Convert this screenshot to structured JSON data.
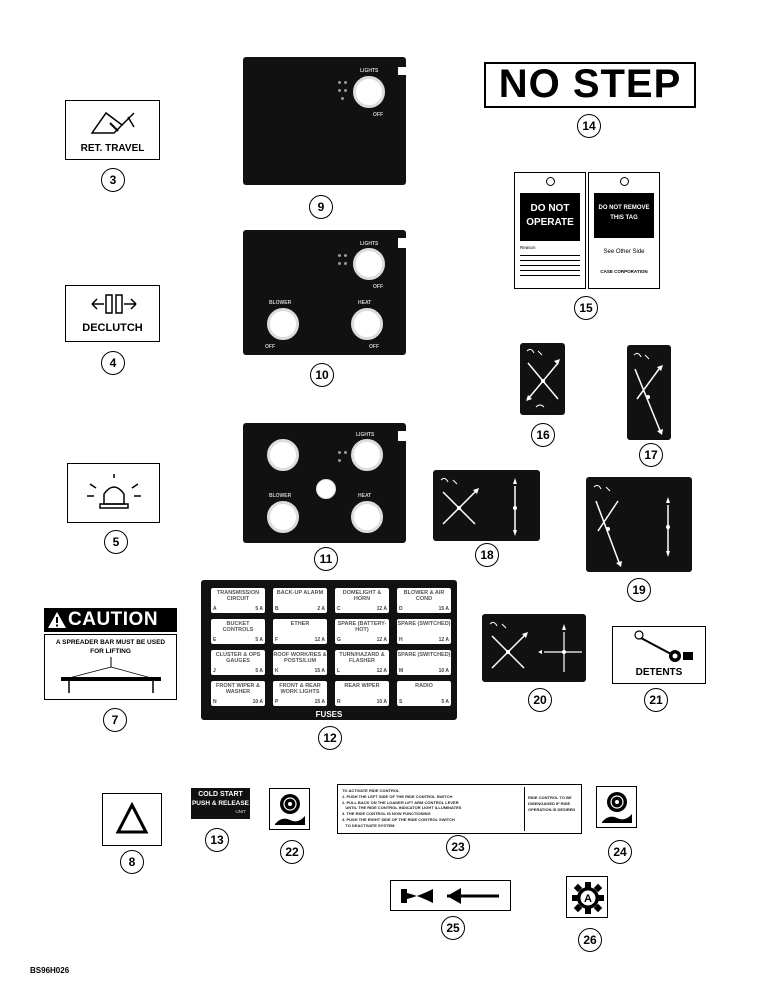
{
  "decals": {
    "ret_travel": {
      "label": "RET. TRAVEL"
    },
    "declutch": {
      "label": "DECLUTCH"
    },
    "no_step": {
      "label": "NO STEP"
    },
    "tag_front": {
      "line1": "DO NOT",
      "line2": "OPERATE",
      "field": "Reason"
    },
    "tag_back": {
      "line1": "DO NOT REMOVE",
      "line2": "THIS TAG",
      "see": "See Other Side",
      "company": "CASE CORPORATION"
    },
    "caution": {
      "title": "CAUTION",
      "text1": "A SPREADER BAR MUST BE USED",
      "text2": "FOR LIFTING"
    },
    "detents": {
      "label": "DETENTS"
    },
    "cold_start": {
      "line1": "COLD START",
      "line2": "PUSH & RELEASE",
      "line3": "UNIT"
    },
    "ride_control": {
      "lines": [
        "TO ACTIVATE RIDE CONTROL",
        "1. PUSH THE LEFT SIDE OF THE RIDE CONTROL SWITCH",
        "2. PULL BACK ON THE LOADER LIFT ARM CONTROL LEVER",
        "   UNTIL THE RIDE CONTROL INDICATOR LIGHT ILLUMINATES",
        "3. THE RIDE CONTROL IS NOW FUNCTIONING",
        "4. PUSH THE RIGHT SIDE OF THE RIDE CONTROL SWITCH",
        "   TO DEACTIVATE SYSTEM"
      ],
      "side": [
        "RIDE CONTROL TO BE",
        "DISENGAGED IF RIDE",
        "OPERATION IS DESIRED"
      ]
    },
    "panel_lights": "LIGHTS",
    "panel_off": "OFF",
    "panel_blower": "BLOWER",
    "panel_heat": "HEAT",
    "fuses_title": "FUSES",
    "fuses": [
      {
        "name": "TRANSMISSION CIRCUIT",
        "letter": "A",
        "amps": "5 A"
      },
      {
        "name": "BACK-UP ALARM",
        "letter": "B",
        "amps": "2 A"
      },
      {
        "name": "DOMELIGHT & HORN",
        "letter": "C",
        "amps": "12 A"
      },
      {
        "name": "BLOWER & AIR COND",
        "letter": "D",
        "amps": "15 A"
      },
      {
        "name": "BUCKET CONTROLS",
        "letter": "E",
        "amps": "5 A"
      },
      {
        "name": "ETHER",
        "letter": "F",
        "amps": "12 A"
      },
      {
        "name": "SPARE (BATTERY-HOT)",
        "letter": "G",
        "amps": "12 A"
      },
      {
        "name": "SPARE (SWITCHED)",
        "letter": "H",
        "amps": "12 A"
      },
      {
        "name": "CLUSTER & OPS GAUGES",
        "letter": "J",
        "amps": "5 A"
      },
      {
        "name": "ROOF WORK/RES & POSTS/LUM",
        "letter": "K",
        "amps": "15 A"
      },
      {
        "name": "TURN/HAZARD & FLASHER",
        "letter": "L",
        "amps": "12 A"
      },
      {
        "name": "SPARE (SWITCHED)",
        "letter": "M",
        "amps": "10 A"
      },
      {
        "name": "FRONT WIPER & WASHER",
        "letter": "N",
        "amps": "10 A"
      },
      {
        "name": "FRONT & REAR WORK LIGHTS",
        "letter": "P",
        "amps": "15 A"
      },
      {
        "name": "REAR WIPER",
        "letter": "R",
        "amps": "10 A"
      },
      {
        "name": "RADIO",
        "letter": "S",
        "amps": "5 A"
      }
    ]
  },
  "callouts": [
    "3",
    "4",
    "5",
    "7",
    "8",
    "9",
    "10",
    "11",
    "12",
    "13",
    "14",
    "15",
    "16",
    "17",
    "18",
    "19",
    "20",
    "21",
    "22",
    "23",
    "24",
    "25",
    "26"
  ],
  "figure_code": "BS96H026"
}
